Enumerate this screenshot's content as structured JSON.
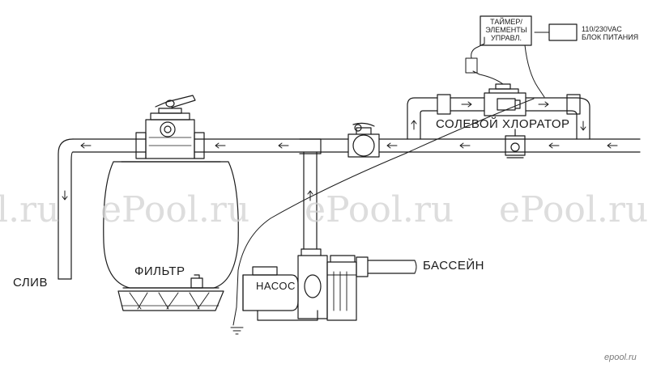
{
  "labels": {
    "drain": "СЛИВ",
    "filter": "ФИЛЬТР",
    "pump": "НАСОС",
    "pool": "БАССЕЙН",
    "chlorinator": "СОЛЕВОЙ ХЛОРАТОР",
    "timer_line1": "ТАЙМЕР/",
    "timer_line2": "ЭЛЕМЕНТЫ",
    "timer_line3": "УПРАВЛ.",
    "power_line1": "110/230VAC",
    "power_line2": "БЛОК ПИТАНИЯ"
  },
  "watermarks": [
    "l.ru",
    "ePool.ru",
    "ePool.ru",
    "ePool.ru"
  ],
  "site_mark": "epool.ru",
  "colors": {
    "line": "#1a1a1a",
    "watermark": "#d2d2d2"
  }
}
